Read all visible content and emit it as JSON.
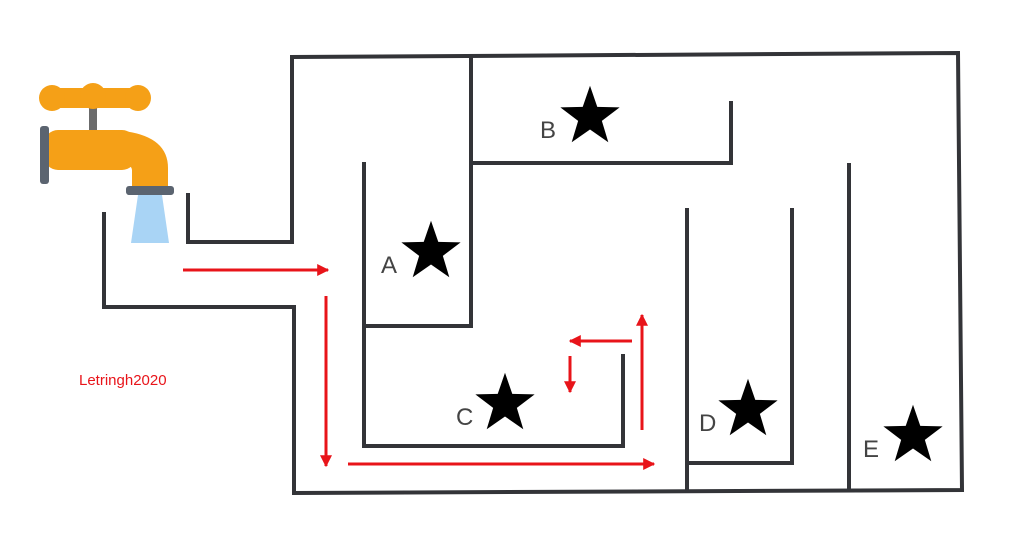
{
  "credit": "Letringh2020",
  "labels": {
    "a": "A",
    "b": "B",
    "c": "C",
    "d": "D",
    "e": "E"
  },
  "colors": {
    "wall": "#333438",
    "arrow": "#e8141a",
    "faucet": "#f5a017",
    "water": "#a9d4f5",
    "star": "#000000"
  },
  "icons": {
    "faucet": "faucet-icon",
    "star": "star-icon"
  }
}
